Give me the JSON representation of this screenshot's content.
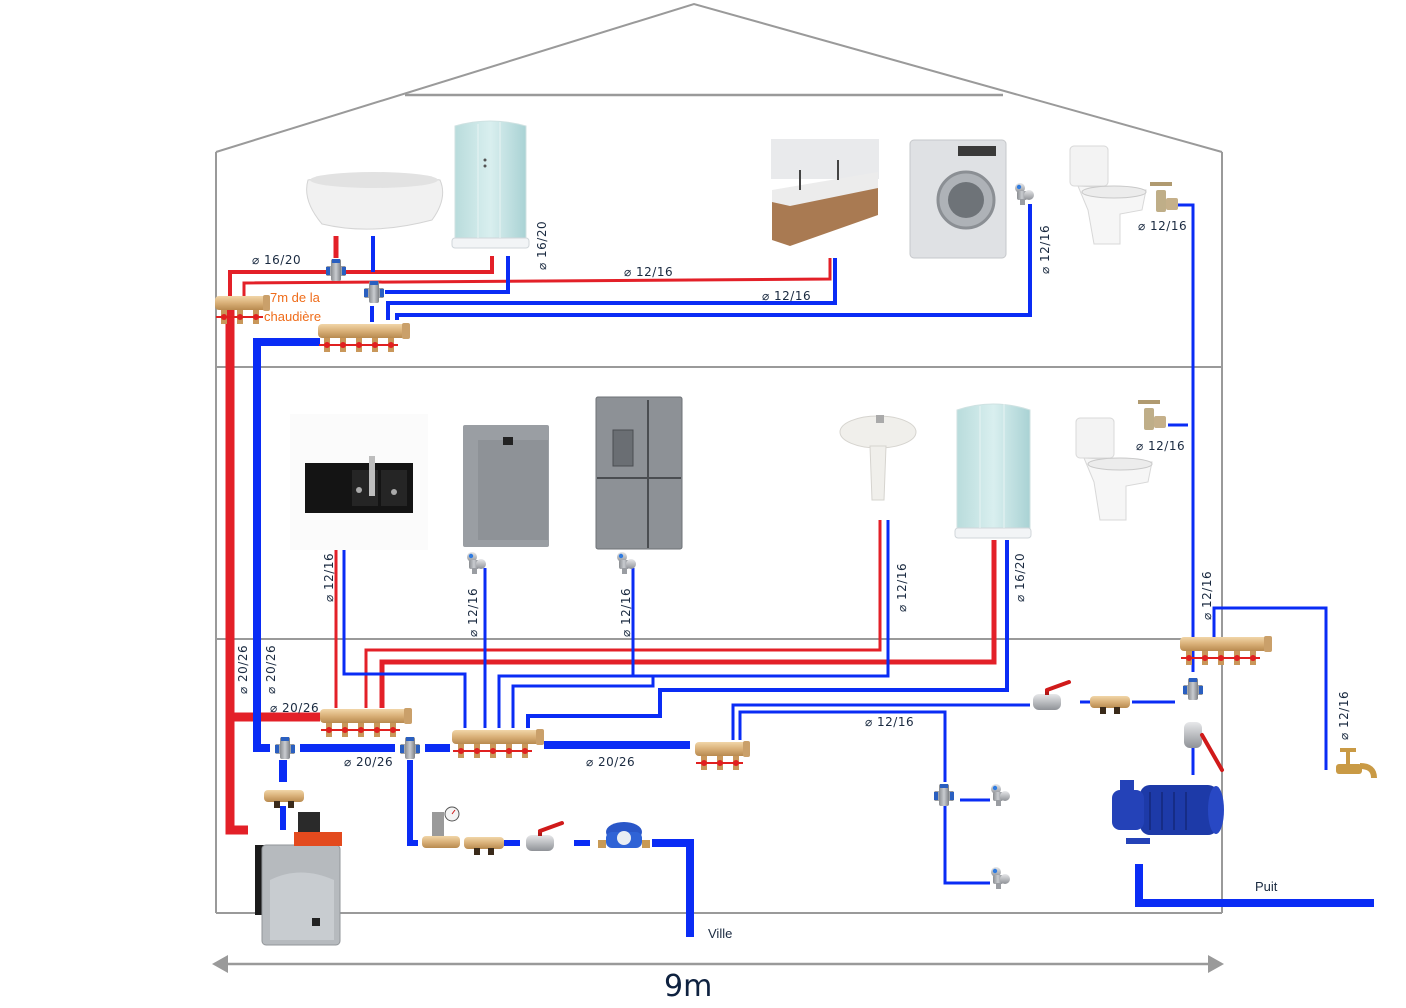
{
  "diagram": {
    "title": "Plan de plomberie maison",
    "dimension_label": "9m",
    "colors": {
      "hot_water": "#e32028",
      "cold_water": "#0a2cf5",
      "walls": "#9a9a9a",
      "annotation_orange": "#ef6c1a",
      "text": "#1a2a40",
      "brass": "#d8b27a"
    },
    "annotations": {
      "boiler_distance_line1": "7m de la",
      "boiler_distance_line2": "chaudière",
      "city_supply": "Ville",
      "well_supply": "Puit"
    },
    "pipe_labels": {
      "upper_bath_hot": "⌀ 16/20",
      "upper_shower": "⌀ 16/20",
      "upper_vanity_hot": "⌀ 12/16",
      "upper_vanity_cold": "⌀ 12/16",
      "upper_washer": "⌀ 12/16",
      "upper_wc": "⌀ 12/16",
      "kitchen_sink": "⌀ 12/16",
      "dishwasher": "⌀ 12/16",
      "fridge": "⌀ 12/16",
      "lower_basin": "⌀ 12/16",
      "lower_shower": "⌀ 16/20",
      "lower_wc": "⌀ 12/16",
      "riser_hot": "⌀ 20/26",
      "riser_cold": "⌀ 20/26",
      "hot_feed": "⌀ 20/26",
      "cold_feed_1": "⌀ 20/26",
      "cold_feed_2": "⌀ 20/26",
      "outdoor_taps": "⌀ 12/16",
      "well_riser": "⌀ 12/16",
      "garden_tap": "⌀ 12/16"
    },
    "fixtures": {
      "upper_floor": [
        "bathtub",
        "shower-cabin",
        "double-vanity",
        "washing-machine",
        "wc"
      ],
      "ground_floor": [
        "kitchen-sink",
        "dishwasher",
        "refrigerator",
        "pedestal-basin",
        "shower-cabin",
        "wc"
      ],
      "basement": [
        "boiler",
        "pressure-reducer",
        "ball-valve",
        "water-meter",
        "well-pump",
        "garden-tap",
        "outdoor-taps"
      ]
    }
  }
}
